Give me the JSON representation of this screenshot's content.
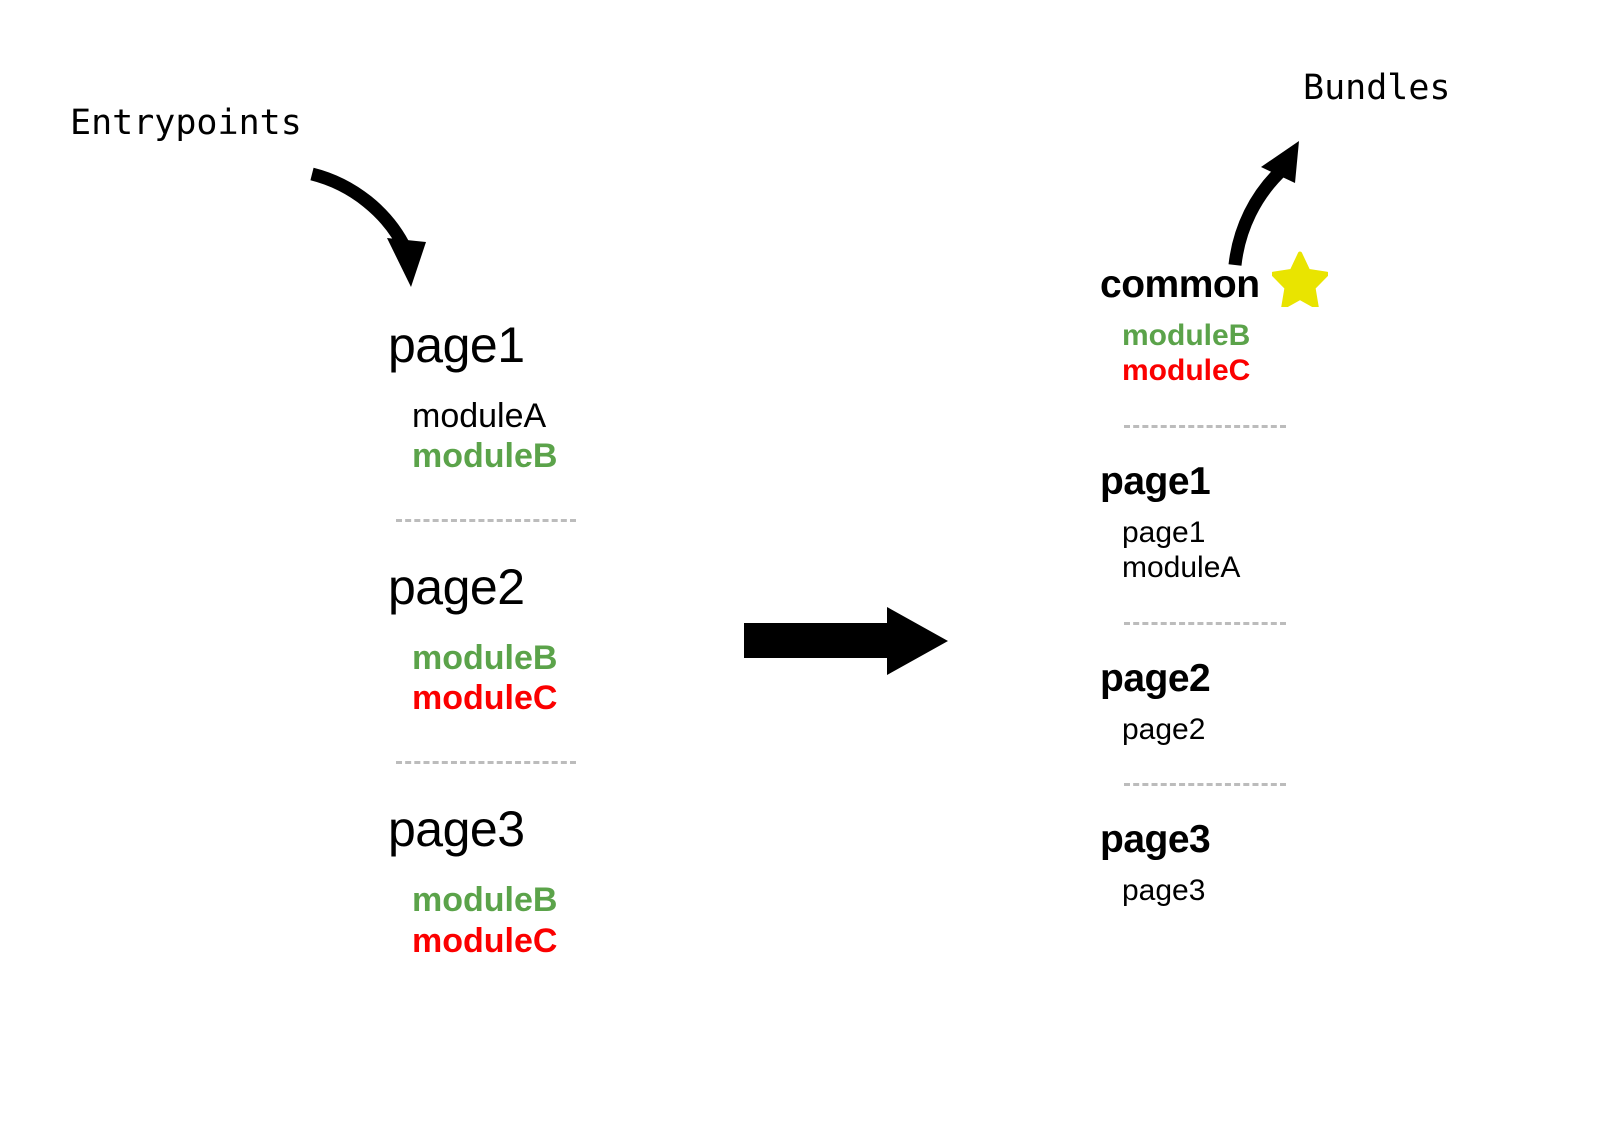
{
  "diagram": {
    "title_left": "Entrypoints",
    "title_right": "Bundles",
    "transform_arrow_name": "transform-arrow",
    "colors": {
      "green": "#5ba34a",
      "red": "#fb0000",
      "star_yellow": "#e9e400",
      "divider_gray": "#bcbcbc",
      "text_black": "#000000",
      "background": "#ffffff"
    }
  },
  "entrypoints": {
    "label": "Entrypoints",
    "groups": [
      {
        "name": "page1",
        "modules": [
          {
            "text": "moduleA",
            "style": "plain"
          },
          {
            "text": "moduleB",
            "style": "green"
          }
        ]
      },
      {
        "name": "page2",
        "modules": [
          {
            "text": "moduleB",
            "style": "green"
          },
          {
            "text": "moduleC",
            "style": "red"
          }
        ]
      },
      {
        "name": "page3",
        "modules": [
          {
            "text": "moduleB",
            "style": "green"
          },
          {
            "text": "moduleC",
            "style": "red"
          }
        ]
      }
    ]
  },
  "bundles": {
    "label": "Bundles",
    "groups": [
      {
        "name": "common",
        "starred": true,
        "modules": [
          {
            "text": "moduleB",
            "style": "green"
          },
          {
            "text": "moduleC",
            "style": "red"
          }
        ]
      },
      {
        "name": "page1",
        "starred": false,
        "modules": [
          {
            "text": "page1",
            "style": "plain"
          },
          {
            "text": "moduleA",
            "style": "plain"
          }
        ]
      },
      {
        "name": "page2",
        "starred": false,
        "modules": [
          {
            "text": "page2",
            "style": "plain"
          }
        ]
      },
      {
        "name": "page3",
        "starred": false,
        "modules": [
          {
            "text": "page3",
            "style": "plain"
          }
        ]
      }
    ]
  }
}
